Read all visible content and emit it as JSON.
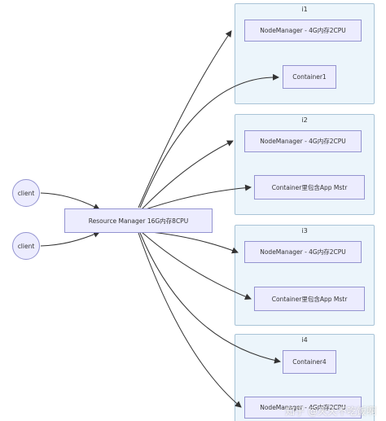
{
  "diagram": {
    "clients": [
      "client",
      "client"
    ],
    "resource_manager": "Resource Manager 16G内存8CPU",
    "groups": [
      {
        "label": "i1",
        "nodes": [
          "NodeManager - 4G内存2CPU",
          "Container1"
        ]
      },
      {
        "label": "i2",
        "nodes": [
          "NodeManager - 4G内存2CPU",
          "Container里包含App Mstr"
        ]
      },
      {
        "label": "i3",
        "nodes": [
          "NodeManager - 4G内存2CPU",
          "Container里包含App Mstr"
        ]
      },
      {
        "label": "i4",
        "nodes": [
          "Container4",
          "NodeManager - 4G内存2CPU"
        ]
      }
    ]
  },
  "watermark": "知乎 @天天不吃饭啊",
  "colors": {
    "node_fill": "#ececfe",
    "node_border": "#9494d0",
    "group_fill": "#ecf5fb",
    "group_border": "#a9c4d7",
    "edge": "#333333"
  }
}
